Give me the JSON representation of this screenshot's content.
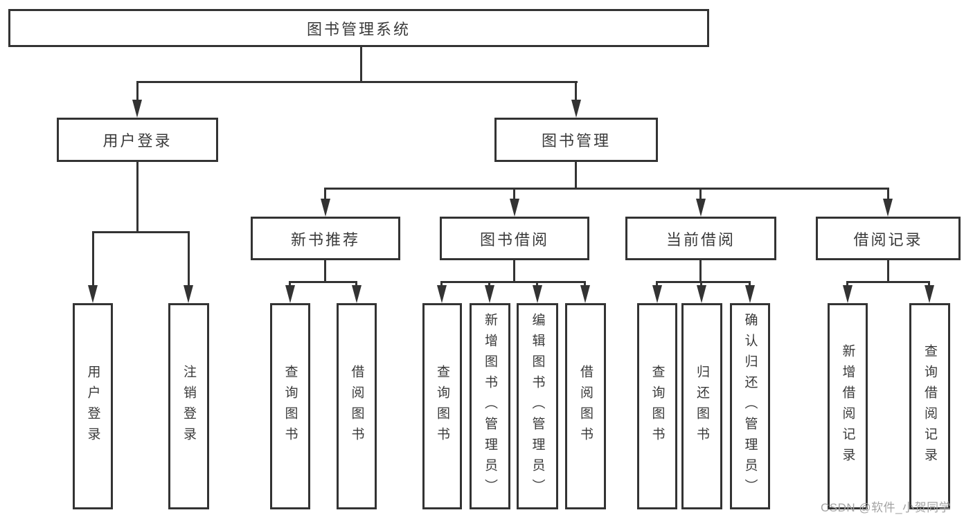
{
  "title": "图书管理系统",
  "colors": {
    "line": "#333333",
    "text": "#3a3a3a",
    "bg": "#ffffff",
    "watermark": "#a3a3a3"
  },
  "level2": [
    {
      "label": "用户登录"
    },
    {
      "label": "图书管理"
    }
  ],
  "level3": [
    {
      "label": "新书推荐",
      "parent": "图书管理"
    },
    {
      "label": "图书借阅",
      "parent": "图书管理"
    },
    {
      "label": "当前借阅",
      "parent": "图书管理"
    },
    {
      "label": "借阅记录",
      "parent": "图书管理"
    }
  ],
  "leaves": [
    {
      "label": "用户登录",
      "parent": "用户登录"
    },
    {
      "label": "注销登录",
      "parent": "用户登录"
    },
    {
      "label": "查询图书",
      "parent": "新书推荐"
    },
    {
      "label": "借阅图书",
      "parent": "新书推荐"
    },
    {
      "label": "查询图书",
      "parent": "图书借阅"
    },
    {
      "label": "新增图书（管理员）",
      "parent": "图书借阅"
    },
    {
      "label": "编辑图书（管理员）",
      "parent": "图书借阅"
    },
    {
      "label": "借阅图书",
      "parent": "图书借阅"
    },
    {
      "label": "查询图书",
      "parent": "当前借阅"
    },
    {
      "label": "归还图书",
      "parent": "当前借阅"
    },
    {
      "label": "确认归还（管理员）",
      "parent": "当前借阅"
    },
    {
      "label": "新增借阅记录",
      "parent": "借阅记录"
    },
    {
      "label": "查询借阅记录",
      "parent": "借阅记录"
    }
  ],
  "watermark": "CSDN @软件_小贺同学"
}
